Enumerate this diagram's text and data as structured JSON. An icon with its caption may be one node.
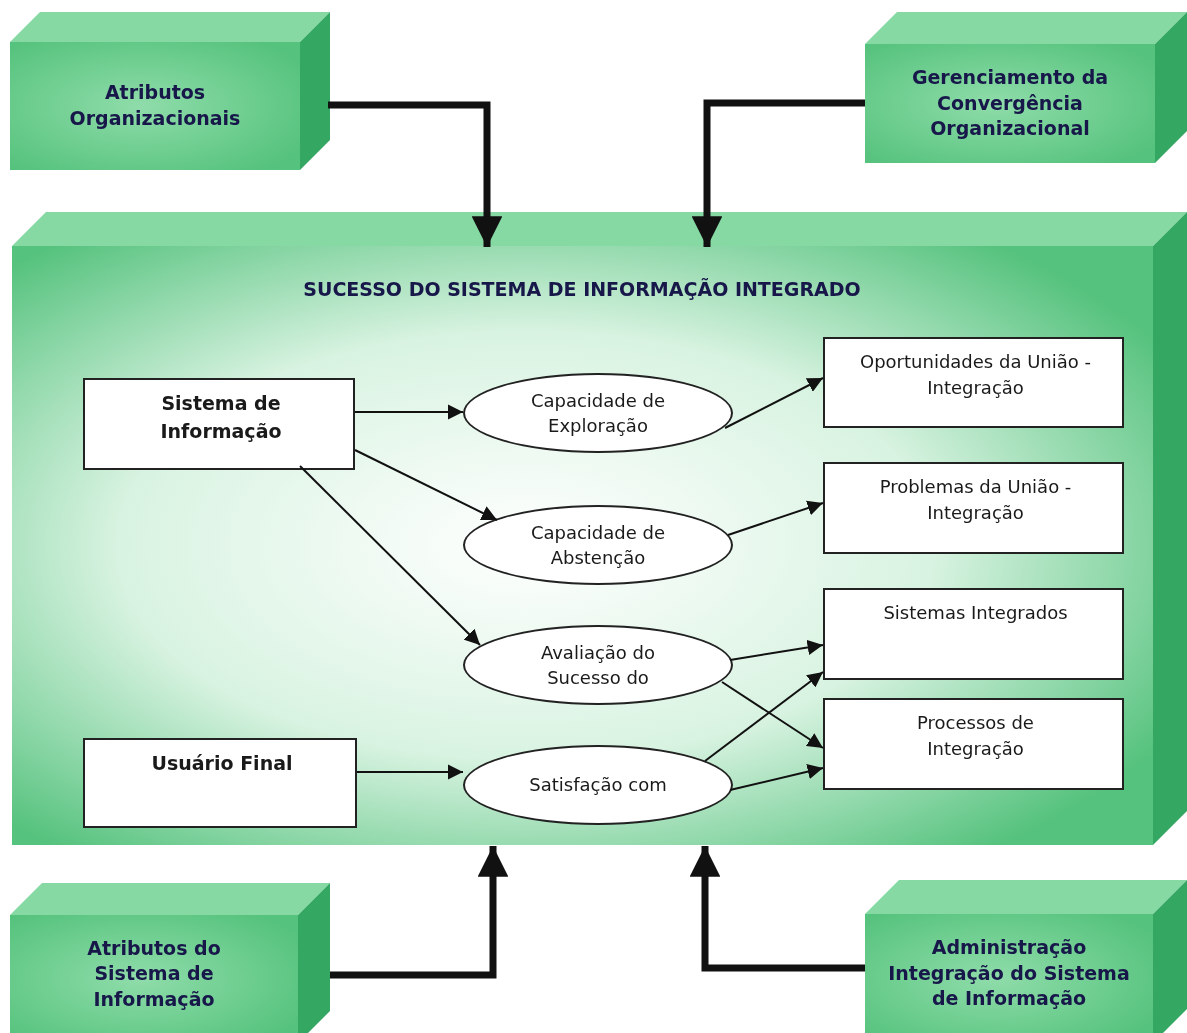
{
  "diagram": {
    "nodes": [
      {
        "text": [
          "Atributos Organizacionais"
        ]
      },
      {
        "text": [
          "Gerenciamento da Convergência Organizacional"
        ]
      },
      {
        "text": [
          "SUCESSO DO SISTEMA DE INFORMAÇÃO INTEGRADO"
        ]
      },
      {
        "text": [
          "Sistema de Informação"
        ],
        "in": 2
      },
      {
        "text": [
          "Capacidade de Exploração"
        ],
        "in": 2
      },
      {
        "text": [
          "Oportunidades da União - Integração"
        ],
        "in": 2
      },
      {
        "text": [
          "Capacidade de Abstenção"
        ],
        "in": 2
      },
      {
        "text": [
          "Problemas da União - Integração"
        ],
        "in": 2
      },
      {
        "text": [
          "Avaliação do Sucesso do"
        ],
        "in": 2
      },
      {
        "text": [
          "Sistemas Integrados"
        ],
        "in": 2
      },
      {
        "text": [
          "Usuário Final"
        ],
        "in": 2
      },
      {
        "text": [
          "Satisfação com"
        ],
        "in": 2
      },
      {
        "text": [
          "Processos de Integração"
        ],
        "in": 2
      },
      {
        "text": [
          "Atributos do Sistema de Informação"
        ]
      },
      {
        "text": [
          "Administração Integração do Sistema de Informação"
        ]
      }
    ],
    "edges": [
      {
        "from": 0,
        "to": 2,
        "arrow": "to",
        "style": "thick"
      },
      {
        "from": 1,
        "to": 2,
        "arrow": "to",
        "style": "thick"
      },
      {
        "from": 3,
        "to": 4,
        "arrow": "to"
      },
      {
        "from": 3,
        "to": 6,
        "arrow": "to"
      },
      {
        "from": 3,
        "to": 8,
        "arrow": "to"
      },
      {
        "from": 4,
        "to": 5,
        "arrow": "to"
      },
      {
        "from": 6,
        "to": 7,
        "arrow": "to"
      },
      {
        "from": 8,
        "to": 9,
        "arrow": "to"
      },
      {
        "from": 8,
        "to": 12,
        "arrow": "to"
      },
      {
        "from": 10,
        "to": 11,
        "arrow": "to"
      },
      {
        "from": 11,
        "to": 9,
        "arrow": "to"
      },
      {
        "from": 11,
        "to": 12,
        "arrow": "to"
      },
      {
        "from": 13,
        "to": 2,
        "arrow": "to",
        "style": "thick"
      },
      {
        "from": 14,
        "to": 2,
        "arrow": "to",
        "style": "thick"
      }
    ]
  }
}
